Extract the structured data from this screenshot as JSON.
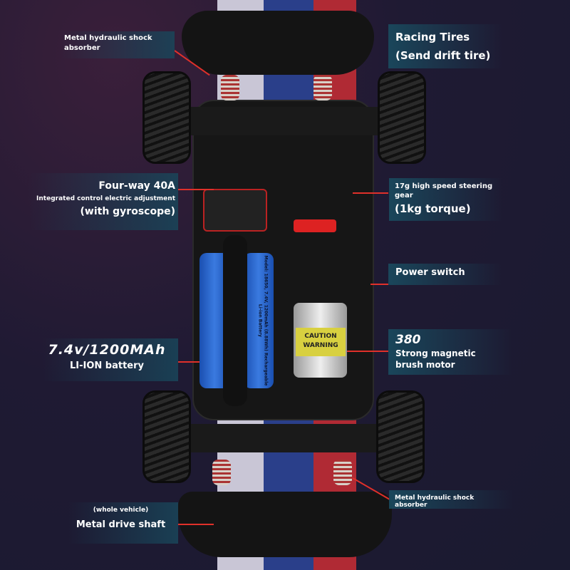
{
  "labels": {
    "front_shock": "Metal hydraulic shock absorber",
    "tires_title": "Racing Tires",
    "tires_sub": "(Send drift tire)",
    "esc_title": "Four-way 40A",
    "esc_line2": "Integrated control electric adjustment",
    "esc_line3": "(with gyroscope)",
    "servo_line1": "17g high speed steering gear",
    "servo_line2": "(1kg torque)",
    "power_switch": "Power switch",
    "battery_title": "7.4v/1200MAh",
    "battery_sub": "LI-ION battery",
    "motor_title": "380",
    "motor_line2": "Strong magnetic",
    "motor_line3": "brush motor",
    "rear_shock": "Metal hydraulic shock absorber",
    "shaft_note": "(whole vehicle)",
    "shaft_title": "Metal drive shaft"
  },
  "product_text": {
    "battery_print": "Model: 18650, 7.4V, 1200mAh (8.88Wh) Rechargeable Li-ion Battery",
    "motor_print": "CAUTION WARNING"
  },
  "colors": {
    "accent": "#e0302a",
    "panel": "#19465a",
    "background": "#1d1830"
  }
}
